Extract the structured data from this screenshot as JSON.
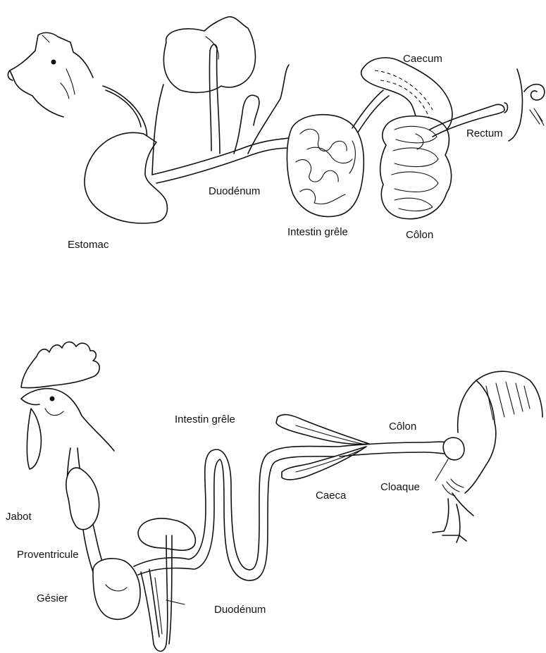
{
  "pig": {
    "labels": {
      "estomac": "Estomac",
      "duodenum": "Duodénum",
      "intestin": "Intestin grêle",
      "caecum": "Caecum",
      "colon": "Côlon",
      "rectum": "Rectum"
    }
  },
  "chicken": {
    "labels": {
      "jabot": "Jabot",
      "proventricule": "Proventricule",
      "gesier": "Gésier",
      "duodenum": "Duodénum",
      "intestin": "Intestin grêle",
      "colon": "Côlon",
      "caeca": "Caeca",
      "cloaque": "Cloaque"
    }
  },
  "icons": [
    "pig-head-icon",
    "pig-tail-icon",
    "rooster-head-icon",
    "rooster-tail-icon"
  ]
}
